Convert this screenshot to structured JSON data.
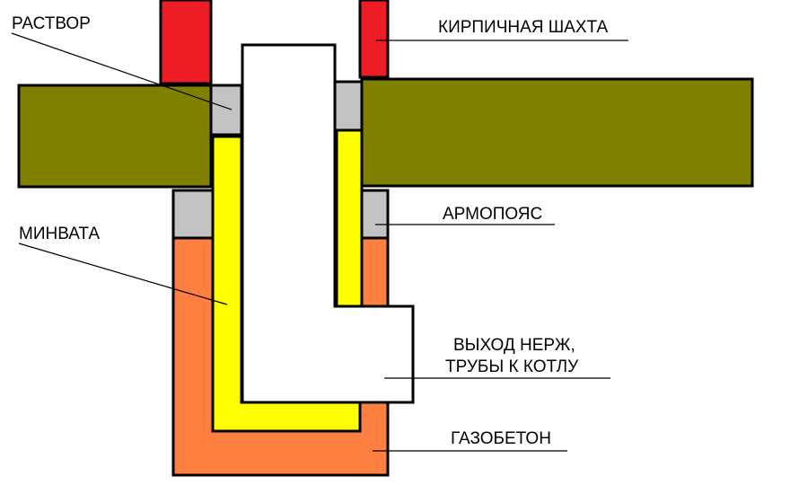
{
  "labels": {
    "mortar": "РАСТВОР",
    "brick_shaft": "КИРПИЧНАЯ ШАХТА",
    "reinforced_belt": "АРМОПОЯС",
    "mineral_wool": "МИНВАТА",
    "pipe_outlet_line1": "ВЫХОД НЕРЖ,",
    "pipe_outlet_line2": "ТРУБЫ К КОТЛУ",
    "aerated_concrete": "ГАЗОБЕТОН"
  },
  "colors": {
    "brick": "#ee1c24",
    "slab": "#7f7f00",
    "mortar": "#c3c3c3",
    "mineral_wool": "#ffff00",
    "aerated_concrete": "#ff7f40",
    "pipe": "#ffffff",
    "outline": "#000000"
  }
}
